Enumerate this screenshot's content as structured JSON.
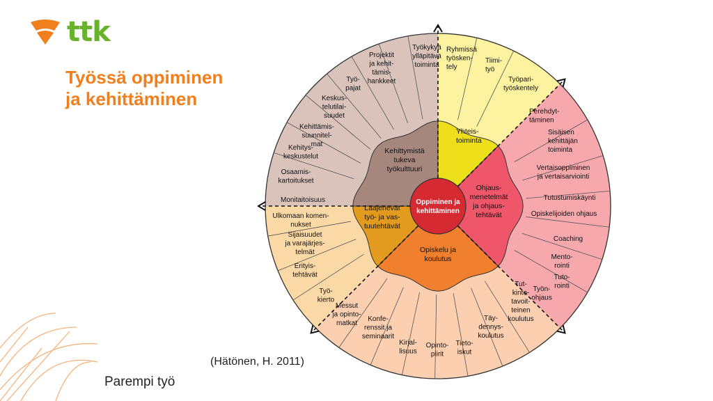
{
  "logo": {
    "text": "ttk",
    "color": "#f07f1d",
    "text_color": "#69b32c"
  },
  "title": {
    "line1": "Työssä oppiminen",
    "line2": "ja kehittäminen"
  },
  "citation": "(Hätönen, H. 2011)",
  "footer": "Parempi työ",
  "diagram": {
    "center": {
      "lines": [
        "Oppiminen ja",
        "kehittäminen"
      ],
      "color": "#d62a32"
    },
    "sectors": [
      {
        "id": "kehittymista",
        "color_inner": "#a5877e",
        "color_outer": "#d9c3bb",
        "lines": [
          "Kehittymistä",
          "tukeva",
          "työkulttuuri"
        ]
      },
      {
        "id": "yhteistoiminta",
        "color_inner": "#ede01a",
        "color_outer": "#fdf29f",
        "lines": [
          "Yhteis-",
          "toiminta"
        ]
      },
      {
        "id": "ohjausmenetelmat",
        "color_inner": "#ef5669",
        "color_outer": "#f6a8ad",
        "lines": [
          "Ohjaus-",
          "menetelmät",
          "ja ohjaus-",
          "tehtävät"
        ]
      },
      {
        "id": "opiskelu",
        "color_inner": "#f07f2e",
        "color_outer": "#fbcfaf",
        "lines": [
          "Opiskelu ja",
          "koulutus"
        ]
      },
      {
        "id": "laajenevat",
        "color_inner": "#e39b1f",
        "color_outer": "#fbd9a7",
        "lines": [
          "Laajenevat",
          "työ- ja vas-",
          "tuutehtävät"
        ]
      }
    ],
    "outer_items": [
      {
        "id": "tyokyky",
        "lines": [
          "Työkykyä",
          "ylläpitävä",
          "toiminta"
        ]
      },
      {
        "id": "projektit",
        "lines": [
          "Projektit",
          "ja kehit-",
          "tämis-",
          "hankkeet"
        ]
      },
      {
        "id": "tyopajat",
        "lines": [
          "Työ-",
          "pajat"
        ]
      },
      {
        "id": "keskustelutilaisuudet",
        "lines": [
          "Keskus-",
          "telutilai-",
          "suudet"
        ]
      },
      {
        "id": "kehittamissuunnitelmat",
        "lines": [
          "Kehittämis-",
          "suunnitel-",
          "mat"
        ]
      },
      {
        "id": "kehityskeskustelut",
        "lines": [
          "Kehitys-",
          "keskustelut"
        ]
      },
      {
        "id": "osaamiskartoitukset",
        "lines": [
          "Osaamis-",
          "kartoitukset"
        ]
      },
      {
        "id": "ryhmissa",
        "lines": [
          "Ryhmissä",
          "työsken-",
          "tely"
        ]
      },
      {
        "id": "tiimityo",
        "lines": [
          "Tiimi-",
          "työ"
        ]
      },
      {
        "id": "tyopari",
        "lines": [
          "Työpari-",
          "työskentely"
        ]
      },
      {
        "id": "perehdyttaminen",
        "lines": [
          "Perehdyt-",
          "täminen"
        ]
      },
      {
        "id": "sisaisen",
        "lines": [
          "Sisäisen",
          "kehittäjän",
          "toiminta"
        ]
      },
      {
        "id": "vertaisoppiminen",
        "lines": [
          "Vertaisoppiminen",
          "ja vertaisarviointi"
        ]
      },
      {
        "id": "tutustumiskaynti",
        "lines": [
          "Tutustumiskäynti"
        ]
      },
      {
        "id": "opiskelijoiden",
        "lines": [
          "Opiskelijoiden ohjaus"
        ]
      },
      {
        "id": "coaching",
        "lines": [
          "Coaching"
        ]
      },
      {
        "id": "mentorointi",
        "lines": [
          "Mento-",
          "rointi"
        ]
      },
      {
        "id": "tutorointi",
        "lines": [
          "Tuto-",
          "rointi"
        ]
      },
      {
        "id": "tyonohjaus",
        "lines": [
          "Työn-",
          "ohjaus"
        ]
      },
      {
        "id": "tutkintotavoitteinen",
        "lines": [
          "Tut-",
          "kinto-",
          "tavoit-",
          "teinen",
          "koulutus"
        ]
      },
      {
        "id": "taydennyskoulutus",
        "lines": [
          "Täy-",
          "dennys-",
          "koulutus"
        ]
      },
      {
        "id": "tietoiskut",
        "lines": [
          "Tieto-",
          "iskut"
        ]
      },
      {
        "id": "opintopiirit",
        "lines": [
          "Opinto-",
          "piirit"
        ]
      },
      {
        "id": "kirjallisuus",
        "lines": [
          "Kirjal-",
          "lisuus"
        ]
      },
      {
        "id": "konferenssit",
        "lines": [
          "Konfe-",
          "renssit ja",
          "seminaarit"
        ]
      },
      {
        "id": "messut",
        "lines": [
          "Messut",
          "ja opinto-",
          "matkat"
        ]
      },
      {
        "id": "tyokierto",
        "lines": [
          "Työ-",
          "kierto"
        ]
      },
      {
        "id": "erityistehtavat",
        "lines": [
          "Erityis-",
          "tehtävät"
        ]
      },
      {
        "id": "sijaisuudet",
        "lines": [
          "Sijaisuudet",
          "ja varajärjes-",
          "telmät"
        ]
      },
      {
        "id": "ulkomaan",
        "lines": [
          "Ulkomaan komen-",
          "nukset"
        ]
      },
      {
        "id": "monitaitoisuus",
        "lines": [
          "Monitaitoisuus"
        ]
      }
    ]
  }
}
